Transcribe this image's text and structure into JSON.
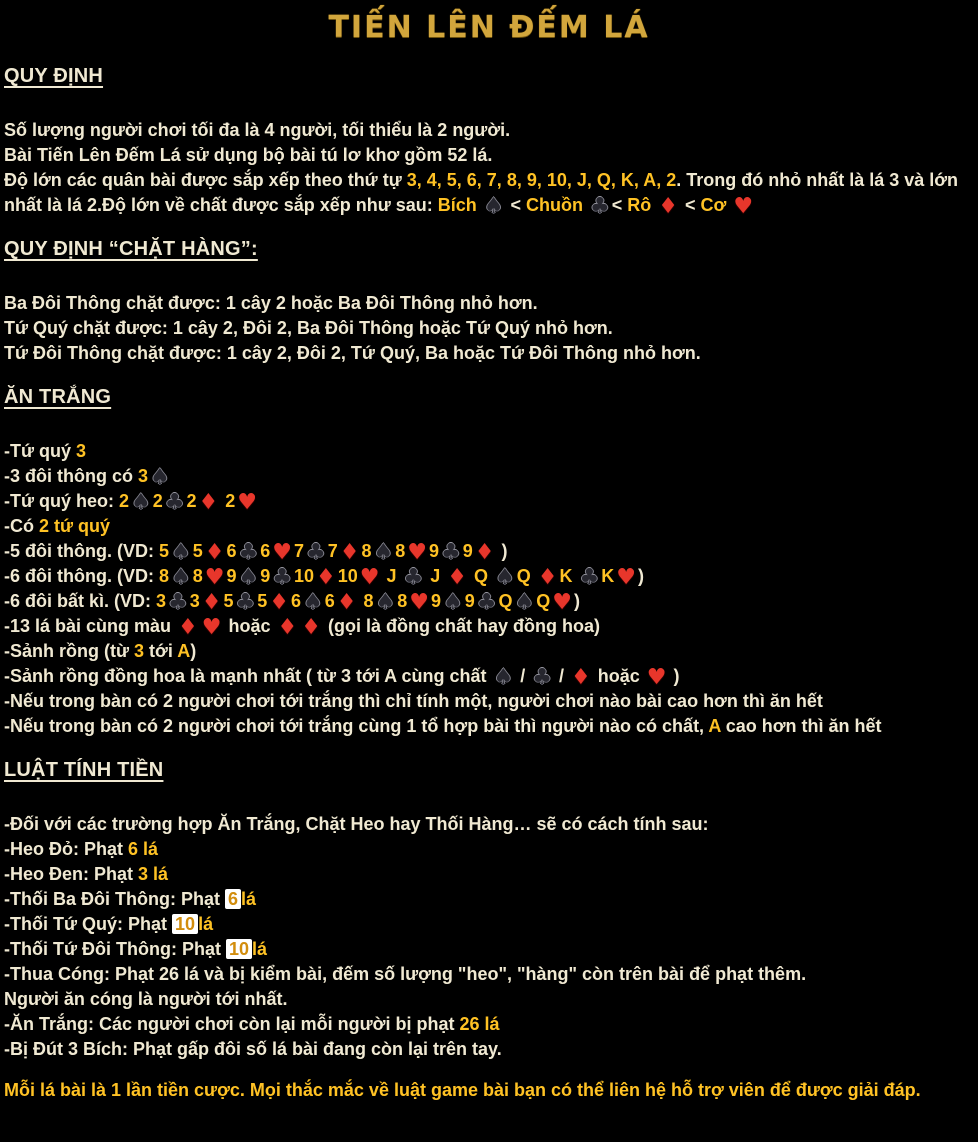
{
  "title": "TIẾN LÊN ĐẾM LÁ",
  "colors": {
    "background": "#000000",
    "body_text": "#f0e9d2",
    "accent_gold": "#ffc224",
    "title_gold": "#d2a63c",
    "suit_red": "#e8362b",
    "suit_black": "#26262e",
    "highlight_bg": "#ffffff"
  },
  "icon_glyphs": {
    "spade": "♠",
    "club": "♣",
    "diamond": "♦",
    "heart": "♥"
  },
  "sections": [
    {
      "id": "quy-dinh",
      "heading": "QUY ĐỊNH",
      "lines": [
        [
          {
            "t": "Số lượng người chơi tối đa là 4 người, tối thiểu là 2 người.",
            "s": "n"
          }
        ],
        [
          {
            "t": "Bài Tiến Lên Đếm Lá sử dụng bộ bài tú lơ khơ gồm 52 lá.",
            "s": "n"
          }
        ],
        [
          {
            "t": "Độ lớn các quân bài được sắp xếp theo thứ tự ",
            "s": "n"
          },
          {
            "t": "3, 4, 5, 6, 7, 8, 9, 10, J, Q, K, A, 2",
            "s": "y"
          },
          {
            "t": ". Trong đó nhỏ nhất là lá 3 và lớn nhất là lá 2.Độ lớn về chất được sắp xếp như sau: ",
            "s": "n"
          },
          {
            "t": "Bích ",
            "s": "y"
          },
          {
            "icon": "spade"
          },
          {
            "t": " < ",
            "s": "n"
          },
          {
            "t": "Chuồn ",
            "s": "y"
          },
          {
            "icon": "club"
          },
          {
            "t": "< ",
            "s": "n"
          },
          {
            "t": "Rô ",
            "s": "y"
          },
          {
            "icon": "diamond"
          },
          {
            "t": " < ",
            "s": "n"
          },
          {
            "t": "Cơ ",
            "s": "y"
          },
          {
            "icon": "heart"
          }
        ]
      ]
    },
    {
      "id": "chat-hang",
      "heading": "QUY ĐỊNH “CHẶT HÀNG”:",
      "lines": [
        [
          {
            "t": "Ba Đôi Thông chặt được: 1 cây 2 hoặc Ba Đôi Thông nhỏ hơn.",
            "s": "n"
          }
        ],
        [
          {
            "t": "Tứ Quý chặt được: 1 cây 2, Đôi 2, Ba Đôi Thông hoặc Tứ Quý nhỏ hơn.",
            "s": "n"
          }
        ],
        [
          {
            "t": "Tứ Đôi Thông chặt được: 1 cây 2, Đôi 2, Tứ Quý, Ba hoặc Tứ Đôi Thông nhỏ hơn.",
            "s": "n"
          }
        ]
      ]
    },
    {
      "id": "an-trang",
      "heading": "ĂN TRẮNG",
      "lines": [
        [
          {
            "t": "-Tứ quý ",
            "s": "n"
          },
          {
            "t": "3",
            "s": "y"
          }
        ],
        [
          {
            "t": "-3 đôi thông có ",
            "s": "n"
          },
          {
            "t": "3",
            "s": "y"
          },
          {
            "icon": "spade"
          }
        ],
        [
          {
            "t": "-Tứ quý heo: ",
            "s": "n"
          },
          {
            "t": "2",
            "s": "y"
          },
          {
            "icon": "spade"
          },
          {
            "t": "2",
            "s": "y"
          },
          {
            "icon": "club"
          },
          {
            "t": "2",
            "s": "y"
          },
          {
            "icon": "diamond"
          },
          {
            "t": " 2",
            "s": "y"
          },
          {
            "icon": "heart"
          }
        ],
        [
          {
            "t": "-Có ",
            "s": "n"
          },
          {
            "t": "2 tứ quý",
            "s": "y"
          }
        ],
        [
          {
            "t": "-5 đôi thông. (VD: ",
            "s": "n"
          },
          {
            "t": "5",
            "s": "y"
          },
          {
            "icon": "spade"
          },
          {
            "t": "5",
            "s": "y"
          },
          {
            "icon": "diamond"
          },
          {
            "t": "6",
            "s": "y"
          },
          {
            "icon": "club"
          },
          {
            "t": "6",
            "s": "y"
          },
          {
            "icon": "heart"
          },
          {
            "t": "7",
            "s": "y"
          },
          {
            "icon": "club"
          },
          {
            "t": "7",
            "s": "y"
          },
          {
            "icon": "diamond"
          },
          {
            "t": "8",
            "s": "y"
          },
          {
            "icon": "spade"
          },
          {
            "t": "8",
            "s": "y"
          },
          {
            "icon": "heart"
          },
          {
            "t": "9",
            "s": "y"
          },
          {
            "icon": "club"
          },
          {
            "t": "9",
            "s": "y"
          },
          {
            "icon": "diamond"
          },
          {
            "t": " )",
            "s": "n"
          }
        ],
        [
          {
            "t": "-6 đôi thông. (VD: ",
            "s": "n"
          },
          {
            "t": "8",
            "s": "y"
          },
          {
            "icon": "spade"
          },
          {
            "t": "8",
            "s": "y"
          },
          {
            "icon": "heart"
          },
          {
            "t": "9",
            "s": "y"
          },
          {
            "icon": "spade"
          },
          {
            "t": "9",
            "s": "y"
          },
          {
            "icon": "club"
          },
          {
            "t": "10",
            "s": "y"
          },
          {
            "icon": "diamond"
          },
          {
            "t": "10",
            "s": "y"
          },
          {
            "icon": "heart"
          },
          {
            "t": " J ",
            "s": "y"
          },
          {
            "icon": "club"
          },
          {
            "t": " J ",
            "s": "y"
          },
          {
            "icon": "diamond"
          },
          {
            "t": " Q ",
            "s": "y"
          },
          {
            "icon": "spade"
          },
          {
            "t": "Q ",
            "s": "y"
          },
          {
            "icon": "diamond"
          },
          {
            "t": "K ",
            "s": "y"
          },
          {
            "icon": "club"
          },
          {
            "t": "K",
            "s": "y"
          },
          {
            "icon": "heart"
          },
          {
            "t": ")",
            "s": "n"
          }
        ],
        [
          {
            "t": "-6 đôi bất kì. (VD: ",
            "s": "n"
          },
          {
            "t": "3",
            "s": "y"
          },
          {
            "icon": "club"
          },
          {
            "t": "3",
            "s": "y"
          },
          {
            "icon": "diamond"
          },
          {
            "t": "5",
            "s": "y"
          },
          {
            "icon": "club"
          },
          {
            "t": "5",
            "s": "y"
          },
          {
            "icon": "diamond"
          },
          {
            "t": "6",
            "s": "y"
          },
          {
            "icon": "spade"
          },
          {
            "t": "6",
            "s": "y"
          },
          {
            "icon": "diamond"
          },
          {
            "t": " 8",
            "s": "y"
          },
          {
            "icon": "spade"
          },
          {
            "t": "8",
            "s": "y"
          },
          {
            "icon": "heart"
          },
          {
            "t": "9",
            "s": "y"
          },
          {
            "icon": "spade"
          },
          {
            "t": "9",
            "s": "y"
          },
          {
            "icon": "club"
          },
          {
            "t": "Q",
            "s": "y"
          },
          {
            "icon": "spade"
          },
          {
            "t": "Q",
            "s": "y"
          },
          {
            "icon": "heart"
          },
          {
            "t": ")",
            "s": "n"
          }
        ],
        [
          {
            "t": "-13 lá bài cùng màu ",
            "s": "n"
          },
          {
            "icon": "diamond"
          },
          {
            "icon": "heart"
          },
          {
            "t": " hoặc ",
            "s": "n"
          },
          {
            "icon": "diamond"
          },
          {
            "icon": "diamond"
          },
          {
            "t": " (gọi là đồng chất hay đồng hoa)",
            "s": "n"
          }
        ],
        [
          {
            "t": "-Sảnh rồng (từ ",
            "s": "n"
          },
          {
            "t": "3",
            "s": "y"
          },
          {
            "t": " tới ",
            "s": "n"
          },
          {
            "t": "A",
            "s": "y"
          },
          {
            "t": ")",
            "s": "n"
          }
        ],
        [
          {
            "t": "-Sảnh rồng đồng hoa là mạnh nhất ( từ 3 tới A cùng chất ",
            "s": "n"
          },
          {
            "icon": "spade"
          },
          {
            "t": " / ",
            "s": "n"
          },
          {
            "icon": "club"
          },
          {
            "t": " / ",
            "s": "n"
          },
          {
            "icon": "diamond"
          },
          {
            "t": " hoặc ",
            "s": "n"
          },
          {
            "icon": "heart"
          },
          {
            "t": " )",
            "s": "n"
          }
        ],
        [
          {
            "t": "-Nếu trong bàn có 2 người chơi tới trắng thì chỉ tính một, người chơi nào bài cao hơn thì ăn hết",
            "s": "n"
          }
        ],
        [
          {
            "t": "-Nếu trong bàn có 2 người chơi tới trắng cùng 1 tổ hợp bài thì người nào có chất, ",
            "s": "n"
          },
          {
            "t": "A",
            "s": "y"
          },
          {
            "t": " cao hơn thì ăn hết",
            "s": "n"
          }
        ]
      ]
    },
    {
      "id": "luat-tinh-tien",
      "heading": "LUẬT TÍNH TIỀN",
      "lines": [
        [
          {
            "t": "-Đối với các trường hợp Ăn Trắng, Chặt Heo hay Thối Hàng… sẽ có cách tính sau:",
            "s": "n"
          }
        ],
        [
          {
            "t": "-Heo Đỏ: Phạt ",
            "s": "n"
          },
          {
            "t": "6 lá",
            "s": "y"
          }
        ],
        [
          {
            "t": "-Heo Đen: Phạt ",
            "s": "n"
          },
          {
            "t": "3 lá",
            "s": "y"
          }
        ],
        [
          {
            "t": "-Thối Ba Đôi Thông: Phạt ",
            "s": "n"
          },
          {
            "t": " 6",
            "s": "hl"
          },
          {
            "t": "lá",
            "s": "y"
          }
        ],
        [
          {
            "t": "-Thối Tứ Quý: Phạt ",
            "s": "n"
          },
          {
            "t": "10",
            "s": "hl"
          },
          {
            "t": "lá",
            "s": "y"
          }
        ],
        [
          {
            "t": "-Thối Tứ Đôi Thông: Phạt ",
            "s": "n"
          },
          {
            "t": " 10",
            "s": "hl"
          },
          {
            "t": "lá",
            "s": "y"
          }
        ],
        [
          {
            "t": "-Thua Cóng: Phạt 26 lá và bị kiểm bài, đếm số lượng \"heo\", \"hàng\" còn trên bài để phạt thêm.",
            "s": "n"
          }
        ],
        [
          {
            "t": "Người ăn cóng là người tới nhất.",
            "s": "n"
          }
        ],
        [
          {
            "t": "-Ăn Trắng: Các người chơi còn lại mỗi người bị phạt ",
            "s": "n"
          },
          {
            "t": "26 lá",
            "s": "y"
          }
        ],
        [
          {
            "t": "-Bị Đút 3 Bích: Phạt gấp đôi số lá bài đang còn lại trên tay.",
            "s": "n"
          }
        ]
      ]
    }
  ],
  "footer": [
    {
      "t": "Mỗi lá bài là 1 lần tiền cược. Mọi thắc mắc về luật game bài bạn có thể liên hệ hỗ trợ viên để được giải đáp.",
      "s": "y"
    }
  ]
}
